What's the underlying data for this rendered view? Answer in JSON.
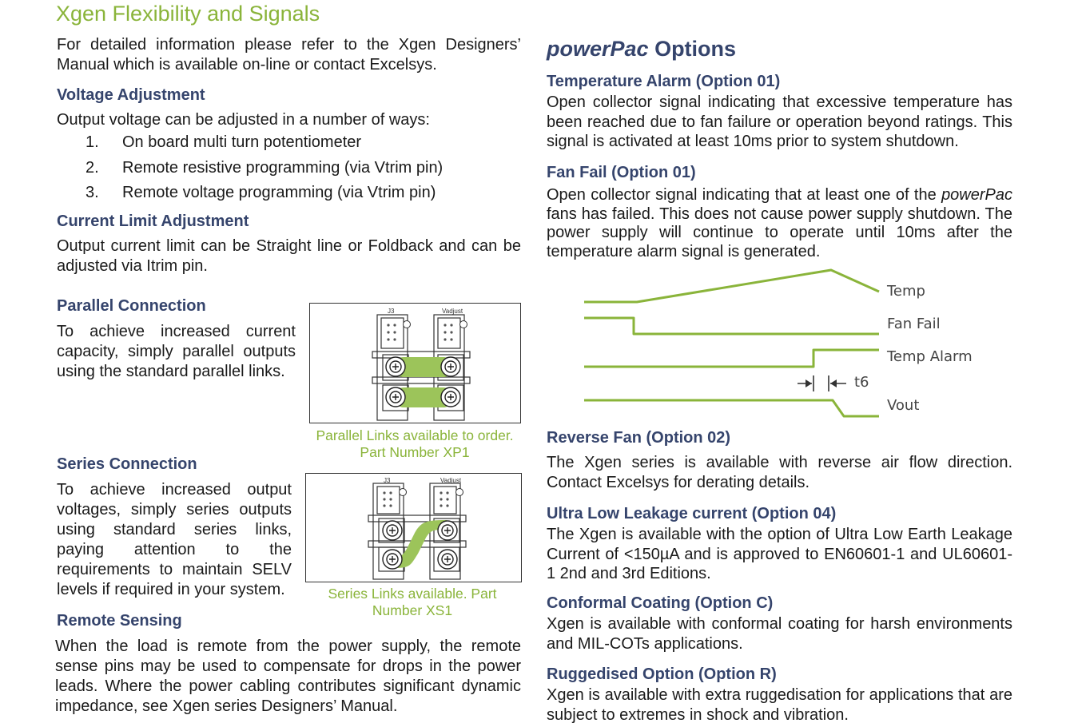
{
  "page_title": "Xgen Flexibility and Signals",
  "left": {
    "intro": "For detailed information please refer to the Xgen Designers’ Manual which is available on-line or contact Excelsys.",
    "voltage": {
      "heading": "Voltage Adjustment",
      "text": "Output voltage can be adjusted in a number of ways:",
      "items": [
        {
          "num": "1.",
          "text": "On board multi turn potentiometer"
        },
        {
          "num": "2.",
          "text": "Remote resistive programming (via Vtrim pin)"
        },
        {
          "num": "3.",
          "text": "Remote voltage programming (via Vtrim pin)"
        }
      ]
    },
    "current": {
      "heading": "Current Limit Adjustment",
      "text": "Output current limit can be Straight line or Foldback and can be adjusted via Itrim pin."
    },
    "parallel": {
      "heading": "Parallel Connection",
      "text": "To achieve increased current capacity, simply parallel outputs using the standard parallel links.",
      "caption_line1": "Parallel Links available to order.",
      "caption_line2": "Part Number XP1",
      "label_j3": "J3",
      "label_vadjust": "Vadjust"
    },
    "series": {
      "heading": "Series Connection",
      "text": "To achieve increased output voltages, simply series outputs using standard series links, paying attention to the requirements to maintain SELV levels if required in your system.",
      "caption_line1": "Series Links available. Part",
      "caption_line2": "Number XS1",
      "label_j3": "J3",
      "label_vadjust": "Vadjust"
    },
    "remote": {
      "heading": "Remote Sensing",
      "text": "When the load is remote from the power supply, the remote sense pins may be used to compensate for drops in the power leads. Where the power cabling contributes significant dynamic impedance, see Xgen series Designers’ Manual."
    }
  },
  "right": {
    "heading_italic": "powerPac",
    "heading_rest": " Options",
    "temp_alarm": {
      "heading": "Temperature Alarm (Option 01)",
      "text": "Open collector signal indicating that excessive temperature has been reached due to fan failure or operation beyond ratings. This signal is activated at least 10ms prior to system shutdown."
    },
    "fan_fail": {
      "heading": "Fan Fail (Option 01)",
      "text_before": "Open collector signal indicating that at least one of the ",
      "text_italic": "powerPac",
      "text_after": " fans has failed. This does not cause power supply shutdown. The power supply will continue to operate until 10ms after the temperature alarm signal is generated."
    },
    "timing": {
      "labels": [
        "Temp",
        "Fan Fail",
        "Temp Alarm",
        "Vout"
      ],
      "t6": "t6",
      "line_color": "#8ab43a"
    },
    "reverse_fan": {
      "heading": "Reverse Fan (Option 02)",
      "text": "The Xgen series is available with reverse air flow direction. Contact Excelsys for derating details."
    },
    "ultra_low": {
      "heading": "Ultra Low Leakage current (Option 04)",
      "text": "The Xgen is available with the option of Ultra Low Earth Leakage Current of <150µA and is approved to  EN60601-1 and UL60601-1 2nd and 3rd Editions."
    },
    "conformal": {
      "heading": "Conformal Coating (Option C)",
      "text": "Xgen is available with conformal coating for harsh environments and MIL-COTs applications."
    },
    "rugged": {
      "heading": "Ruggedised Option (Option R)",
      "text": "Xgen is available with extra ruggedisation for applications that are subject to extremes in shock and vibration."
    }
  },
  "colors": {
    "title_green": "#8ab43a",
    "heading_navy": "#35446c",
    "link_green": "#9cc45a"
  }
}
